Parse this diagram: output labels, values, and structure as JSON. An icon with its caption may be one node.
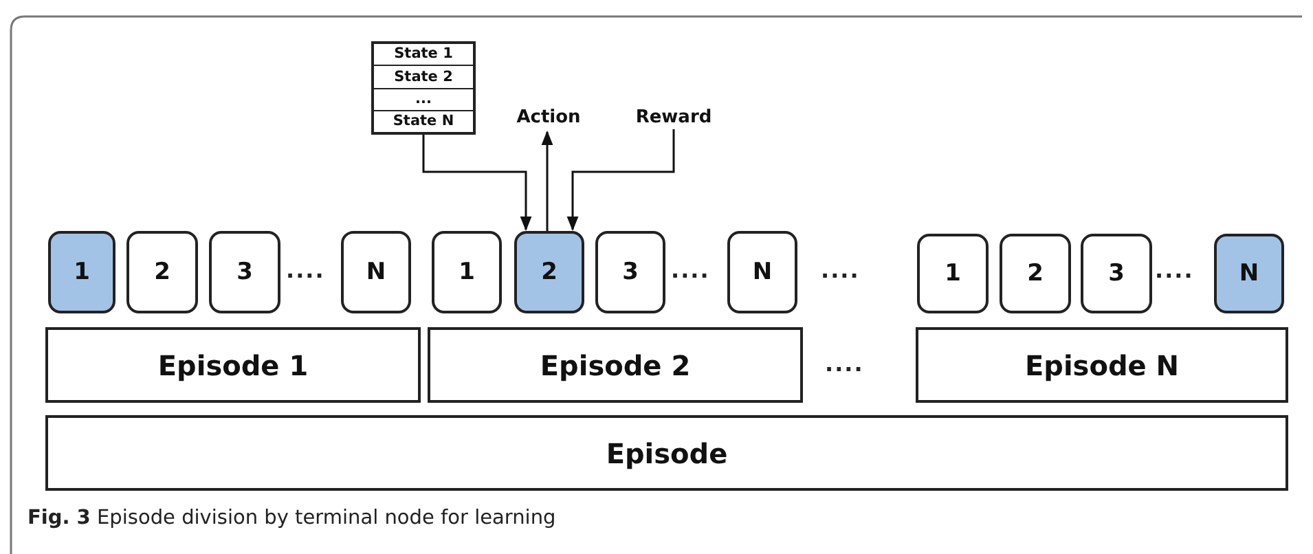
{
  "diagram": {
    "caption": "**Fig. 3** Episode division by terminal node for learning",
    "nodes": [
      {
        "text": [
          "State 1",
          "State 2",
          "...",
          "State N"
        ]
      },
      {
        "text": [
          "Action"
        ]
      },
      {
        "text": [
          "Reward"
        ]
      },
      {
        "text": [
          "1"
        ]
      },
      {
        "text": [
          "2"
        ]
      },
      {
        "text": [
          "3"
        ]
      },
      {
        "text": [
          "N"
        ]
      },
      {
        "text": [
          "1"
        ]
      },
      {
        "text": [
          "2"
        ]
      },
      {
        "text": [
          "3"
        ]
      },
      {
        "text": [
          "N"
        ]
      },
      {
        "text": [
          "1"
        ]
      },
      {
        "text": [
          "2"
        ]
      },
      {
        "text": [
          "3"
        ]
      },
      {
        "text": [
          "N"
        ]
      },
      {
        "text": [
          "Episode 1"
        ]
      },
      {
        "text": [
          "Episode 2"
        ]
      },
      {
        "text": [
          "Episode N"
        ]
      },
      {
        "text": [
          "Episode"
        ]
      }
    ],
    "edges": [
      {
        "from": 0,
        "to": 8,
        "arrow": "to"
      },
      {
        "from": 8,
        "to": 1,
        "arrow": "to"
      },
      {
        "from": 2,
        "to": 8,
        "arrow": "to"
      }
    ],
    "labels": [
      "....",
      "....",
      "....",
      "....",
      "...."
    ]
  }
}
